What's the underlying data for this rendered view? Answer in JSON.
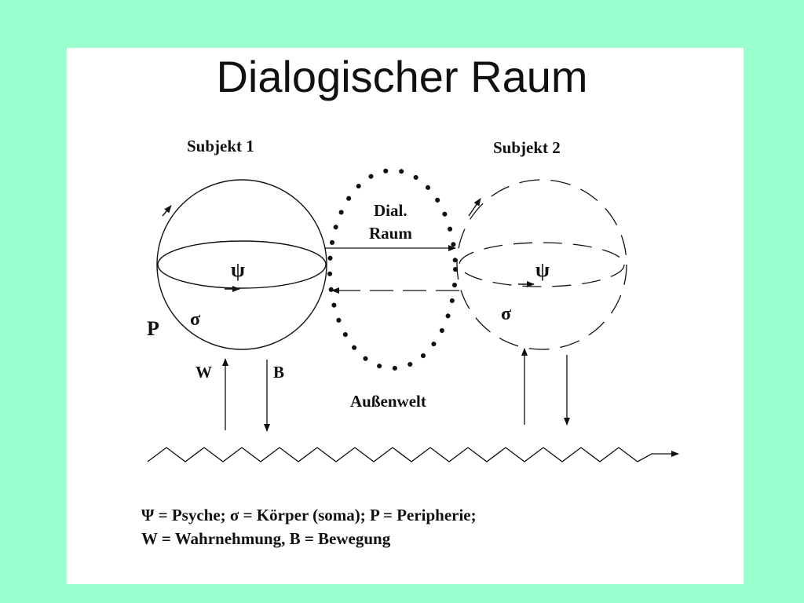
{
  "slide": {
    "title": "Dialogischer Raum",
    "background_color": "#99FFCC"
  },
  "diagram": {
    "subject1_label": "Subjekt 1",
    "subject2_label": "Subjekt 2",
    "dial_raum_line1": "Dial.",
    "dial_raum_line2": "Raum",
    "psi_symbol": "ψ",
    "sigma_symbol": "σ",
    "periphery_symbol": "P",
    "w_label": "W",
    "b_label": "B",
    "outer_world_label": "Außenwelt"
  },
  "legend": {
    "line1": "Ψ = Psyche; σ = Körper (soma); P = Peripherie;",
    "line2": "W = Wahrnehmung, B = Bewegung"
  }
}
